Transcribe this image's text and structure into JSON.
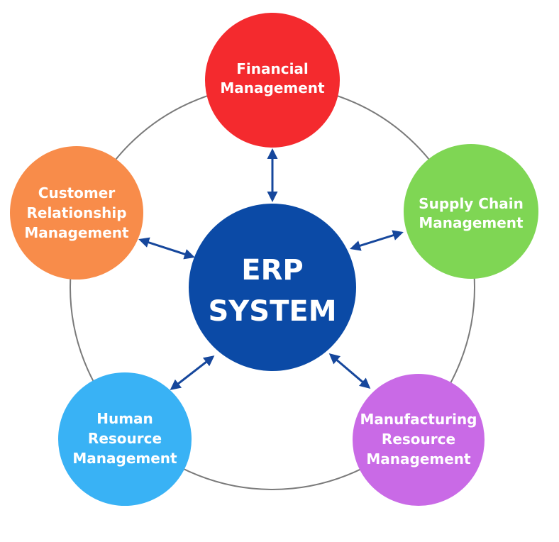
{
  "center": {
    "lines": [
      "ERP",
      "SYSTEM"
    ],
    "color": "#0b4aa6"
  },
  "modules": [
    {
      "id": "financial",
      "lines": [
        "Financial",
        "Management"
      ],
      "color": "#f42a2e"
    },
    {
      "id": "supply-chain",
      "lines": [
        "Supply Chain",
        "Management"
      ],
      "color": "#7fd654"
    },
    {
      "id": "manufacturing",
      "lines": [
        "Manufacturing",
        "Resource",
        "Management"
      ],
      "color": "#c96ae6"
    },
    {
      "id": "human-resource",
      "lines": [
        "Human",
        "Resource",
        "Management"
      ],
      "color": "#39b2f5"
    },
    {
      "id": "customer-relationship",
      "lines": [
        "Customer",
        "Relationship",
        "Management"
      ],
      "color": "#f88c4a"
    }
  ],
  "ring_color": "#7a7a7a",
  "arrow_color": "#16479c"
}
